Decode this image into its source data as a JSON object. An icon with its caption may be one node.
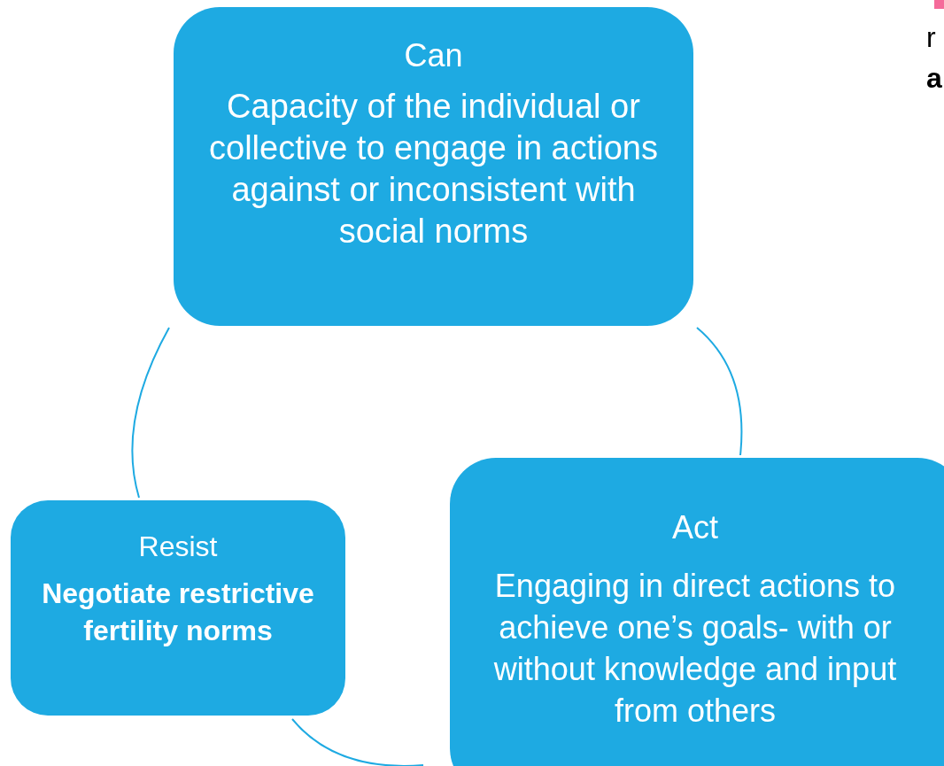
{
  "diagram": {
    "nodes": [
      {
        "text": [
          "Can",
          "Capacity of the individual or collective to engage in actions against or inconsistent with social norms"
        ]
      },
      {
        "text": [
          "Act",
          "Engaging in direct actions to achieve one’s goals- with or without knowledge and input from others"
        ]
      },
      {
        "text": [
          "Resist",
          "Negotiate restrictive fertility norms"
        ]
      }
    ],
    "edges": [
      {
        "from": 0,
        "to": 1,
        "arrow": "none"
      },
      {
        "from": 2,
        "to": 1,
        "arrow": "none"
      },
      {
        "from": 2,
        "to": 0,
        "arrow": "none"
      }
    ],
    "labels": [
      "r",
      "a"
    ]
  }
}
